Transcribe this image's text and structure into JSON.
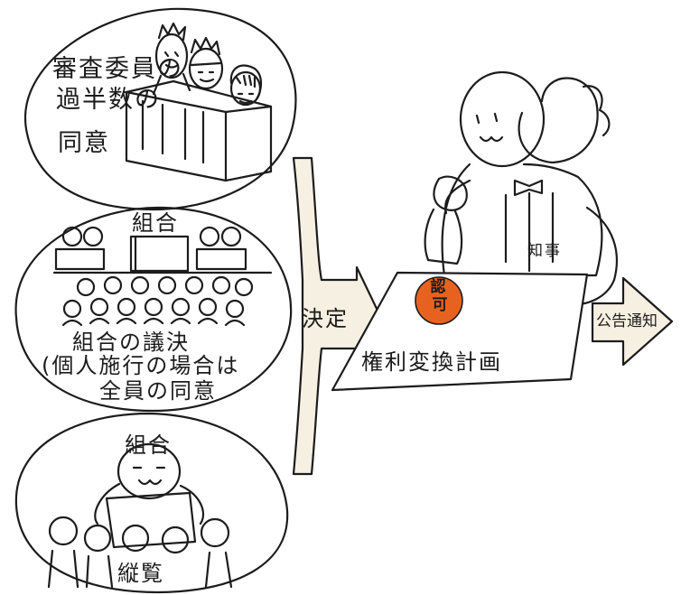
{
  "examiners": {
    "line1": "審査委員の",
    "line2": "過半数の",
    "line3": "同意"
  },
  "union_meeting": {
    "title": "組合",
    "line1": "組合の議決",
    "line2": "(個人施行の場合は",
    "line3": "全員の同意"
  },
  "union_inspection": {
    "title": "組合",
    "caption": "縦覧"
  },
  "decision_arrow": {
    "label": "決定"
  },
  "governor": {
    "label": "知事"
  },
  "plan": {
    "approval_stamp": {
      "line1": "認",
      "line2": "可",
      "color": "#e8621f"
    },
    "title": "権利変換計画"
  },
  "notify_arrow": {
    "label": "公告通知",
    "color": "#f6f0e2"
  },
  "colors": {
    "ink": "#1c1c1c",
    "arrow_fill": "#f6f0e2",
    "stamp": "#e8621f"
  }
}
